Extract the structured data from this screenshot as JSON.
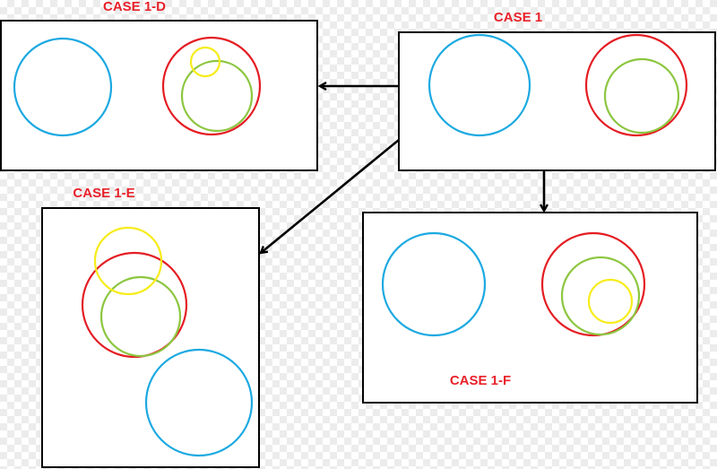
{
  "colors": {
    "label": "#e8212a",
    "blue": "#1ca9e1",
    "red": "#e41d23",
    "green": "#8cc63f",
    "yellow": "#f7ec1a",
    "border": "#000000"
  },
  "cases": [
    {
      "id": "case1",
      "label": "CASE 1"
    },
    {
      "id": "case1d",
      "label": "CASE 1-D"
    },
    {
      "id": "case1e",
      "label": "CASE 1-E"
    },
    {
      "id": "case1f",
      "label": "CASE 1-F"
    }
  ],
  "arrows": [
    {
      "from": "CASE 1",
      "to": "CASE 1-D"
    },
    {
      "from": "CASE 1",
      "to": "CASE 1-E"
    },
    {
      "from": "CASE 1",
      "to": "CASE 1-F"
    }
  ]
}
